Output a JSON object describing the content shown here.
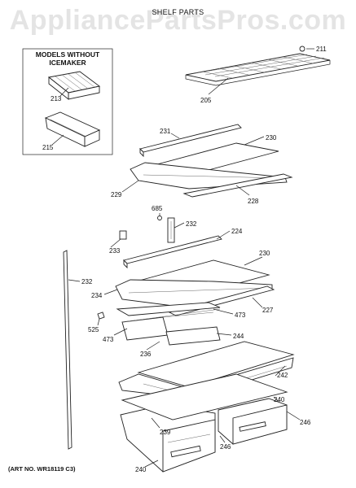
{
  "watermark": "AppliancePartsPros.com",
  "title": "SHELF PARTS",
  "box_heading": [
    "MODELS WITHOUT",
    "ICEMAKER"
  ],
  "art_number": "(ART NO. WR18119 C3)",
  "callouts": {
    "c211": "211",
    "c205": "205",
    "c213": "213",
    "c215": "215",
    "c231": "231",
    "c230a": "230",
    "c229": "229",
    "c228": "228",
    "c685": "685",
    "c232a": "232",
    "c224": "224",
    "c233": "233",
    "c230b": "230",
    "c232b": "232",
    "c234": "234",
    "c227": "227",
    "c525": "525",
    "c473a": "473",
    "c473b": "473",
    "c244": "244",
    "c236": "236",
    "c242": "242",
    "c240a": "240",
    "c239": "239",
    "c246a": "246",
    "c246b": "246",
    "c240b": "240"
  }
}
